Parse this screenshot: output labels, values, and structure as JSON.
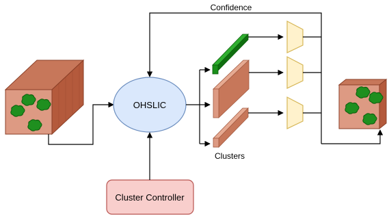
{
  "labels": {
    "confidence": "Confidence",
    "ohslic": "OHSLIC",
    "clusters": "Clusters",
    "cluster_controller": "Cluster Controller"
  },
  "colors": {
    "cube_face": "#dd9a83",
    "cube_side": "#b45a3c",
    "cube_top": "#c7775a",
    "blob": "#1f8f1f",
    "blob_stroke": "#0b5d0b",
    "ellipse_fill": "#dae8fc",
    "ellipse_stroke": "#6c8ebf",
    "controller_fill": "#f8cecc",
    "controller_stroke": "#b85450",
    "green_bar": "#1a8f1a",
    "classifier_fill": "#fff2cc",
    "classifier_stroke": "#d6b656",
    "line": "#000000"
  },
  "icons": {
    "input_cube": "hyperspectral-cube-icon",
    "output_cube": "segmented-cube-icon",
    "classifier": "trapezoid-classifier-icon"
  }
}
